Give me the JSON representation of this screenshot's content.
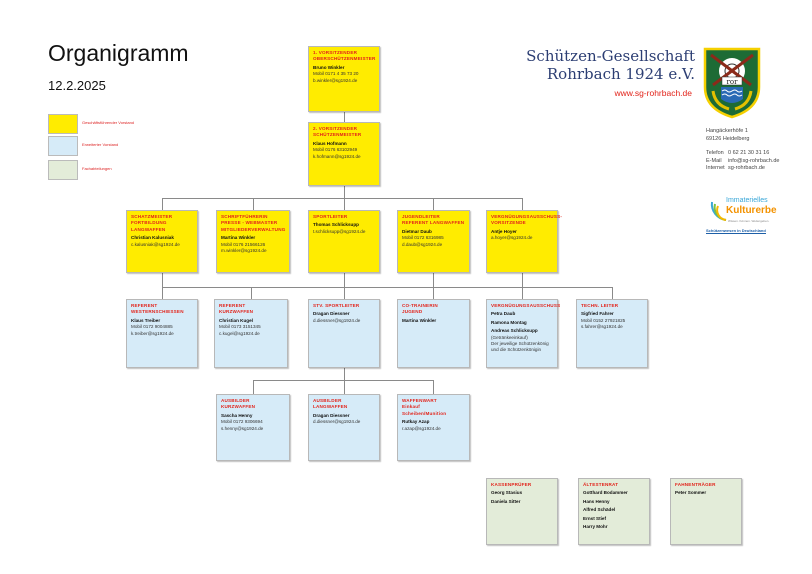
{
  "header": {
    "title": "Organigramm",
    "date": "12.2.2025"
  },
  "legend": [
    {
      "label": "Geschäftsführender Vorstand",
      "color": "#ffec00"
    },
    {
      "label": "Erweiterter Vorstand",
      "color": "#d6ebf8"
    },
    {
      "label": "Fachabteilungen",
      "color": "#e3ecd9"
    }
  ],
  "club": {
    "name_line1": "Schützen-Gesellschaft",
    "name_line2": "Rohrbach 1924 e.V.",
    "website": "www.sg-rohrbach.de",
    "crest_text": "ror",
    "address": [
      "Hangäckerhöfe 1",
      "69126 Heidelberg"
    ],
    "contact": [
      {
        "label": "Telefon",
        "value": "0 62 21  30 31 16"
      },
      {
        "label": "E-Mail",
        "value": "info@sg-rohrbach.de"
      },
      {
        "label": "Internet",
        "value": "sg-rohrbach.de"
      }
    ],
    "kulturerbe": {
      "line1": "Immaterielles",
      "line2": "Kulturerbe",
      "sub": "Wissen. Können. Weitergeben.",
      "bottom": "Schützenwesen in Deutschland"
    }
  },
  "boxes": [
    {
      "id": "v1",
      "color": "y",
      "title": [
        "1. Vorsitzender",
        "Oberschützenmeister"
      ],
      "entries": [
        {
          "name": "Bruno Winkler",
          "lines": [
            "Mobil 0171 4 35 73 20",
            "b.winkler@sg1924.de"
          ]
        }
      ]
    },
    {
      "id": "v2",
      "color": "y",
      "title": [
        "2. Vorsitzender",
        "Schützenmeister"
      ],
      "entries": [
        {
          "name": "Klaus Hofmann",
          "lines": [
            "Mobil 0176 63102949",
            "k.hofmann@sg1924.de"
          ]
        }
      ]
    },
    {
      "id": "schatz",
      "color": "y",
      "title": [
        "Schatzmeister",
        "Fortbildung Langwaffen"
      ],
      "entries": [
        {
          "name": "Christian Kalusniak",
          "lines": [
            "c.kalusniak@sg1924.de"
          ]
        }
      ]
    },
    {
      "id": "schrift",
      "color": "y",
      "title": [
        "Schriftführerin",
        "Presse - Webmaster",
        "Mitgliederverwaltung"
      ],
      "entries": [
        {
          "name": "Martina Winkler",
          "lines": [
            "Mobil 0176 21566126",
            "m.winkler@sg1924.de"
          ]
        }
      ]
    },
    {
      "id": "sport",
      "color": "y",
      "title": [
        "Sportleiter"
      ],
      "entries": [
        {
          "name": "Thomas Schlicksupp",
          "lines": [
            "t.schlicksupp@sg1924.de"
          ]
        }
      ]
    },
    {
      "id": "jugend",
      "color": "y",
      "title": [
        "Jugendleiter",
        "Referent Langwaffen"
      ],
      "entries": [
        {
          "name": "Dietmar Daub",
          "lines": [
            "Mobil 0172 6316985",
            "d.daub@sg1924.de"
          ]
        }
      ]
    },
    {
      "id": "vergn",
      "color": "y",
      "title": [
        "Vergnügungsausschuss-",
        "Vorsitzende"
      ],
      "entries": [
        {
          "name": "Antje Hoyer",
          "lines": [
            "a.hoyer@sg1924.de"
          ]
        }
      ]
    },
    {
      "id": "western",
      "color": "b",
      "title": [
        "Referent",
        "Westernschiessen"
      ],
      "entries": [
        {
          "name": "Klaus Treiber",
          "lines": [
            "Mobil 0172 9004885",
            "k.treiber@sg1924.de"
          ]
        }
      ]
    },
    {
      "id": "kurz",
      "color": "b",
      "title": [
        "Referent",
        "Kurzwaffen"
      ],
      "entries": [
        {
          "name": "Christian Kugel",
          "lines": [
            "Mobil 0173 3151345",
            "c.kugel@sg1924.de"
          ]
        }
      ]
    },
    {
      "id": "stv",
      "color": "b",
      "title": [
        "Stv. Sportleiter"
      ],
      "entries": [
        {
          "name": "Dragan Diessner",
          "lines": [
            "d.diessner@sg1924.de"
          ]
        }
      ]
    },
    {
      "id": "cotrain",
      "color": "b",
      "title": [
        "Co-Trainerin",
        "Jugend"
      ],
      "entries": [
        {
          "name": "Martina Winkler",
          "lines": []
        }
      ]
    },
    {
      "id": "vergaus",
      "color": "b",
      "title": [
        "Vergnügungsausschuss"
      ],
      "entries": [
        {
          "name": "Petra Daub",
          "lines": []
        },
        {
          "name": "Ramona Montag",
          "lines": []
        },
        {
          "name": "Andreas Schlicksupp",
          "lines": [
            "(Getränkeeinkauf)",
            "Der jeweilige Schützenkönig",
            "und die Schützenkönigin"
          ]
        }
      ]
    },
    {
      "id": "techn",
      "color": "b",
      "title": [
        "Techn. Leiter"
      ],
      "entries": [
        {
          "name": "Sigfried Fahrer",
          "lines": [
            "Mobil 0152 27921825",
            "s.fahrer@sg1924.de"
          ]
        }
      ]
    },
    {
      "id": "ausk",
      "color": "b",
      "title": [
        "Ausbilder",
        "Kurzwaffen"
      ],
      "entries": [
        {
          "name": "Sascha Henny",
          "lines": [
            "Mobil 0172 9306694",
            "s.henny@sg1924.de"
          ]
        }
      ]
    },
    {
      "id": "ausl",
      "color": "b",
      "title": [
        "Ausbilder",
        "Langwaffen"
      ],
      "entries": [
        {
          "name": "Dragan Diessner",
          "lines": [
            "d.diessner@sg1924.de"
          ]
        }
      ]
    },
    {
      "id": "waffen",
      "color": "b",
      "title": [
        "Waffenwart",
        "Einkauf Scheiben/Munition"
      ],
      "entries": [
        {
          "name": "Rutkay Azap",
          "lines": [
            "r.azap@sg1924.de"
          ]
        }
      ]
    },
    {
      "id": "kasse",
      "color": "g",
      "title": [
        "Kassenprüfer"
      ],
      "entries": [
        {
          "name": "Georg Stasius",
          "lines": []
        },
        {
          "name": "Daniela Sitter",
          "lines": []
        }
      ]
    },
    {
      "id": "aelt",
      "color": "g",
      "title": [
        "Ältestenrat"
      ],
      "entries": [
        {
          "name": "Gotthard Bodammer",
          "lines": []
        },
        {
          "name": "Hans Henny",
          "lines": []
        },
        {
          "name": "Alfred Schädel",
          "lines": []
        },
        {
          "name": "Ernst Stief",
          "lines": []
        },
        {
          "name": "Harry Mohr",
          "lines": []
        }
      ]
    },
    {
      "id": "fahne",
      "color": "g",
      "title": [
        "Fahnenträger"
      ],
      "entries": [
        {
          "name": "Peter Sommer",
          "lines": []
        }
      ]
    }
  ]
}
